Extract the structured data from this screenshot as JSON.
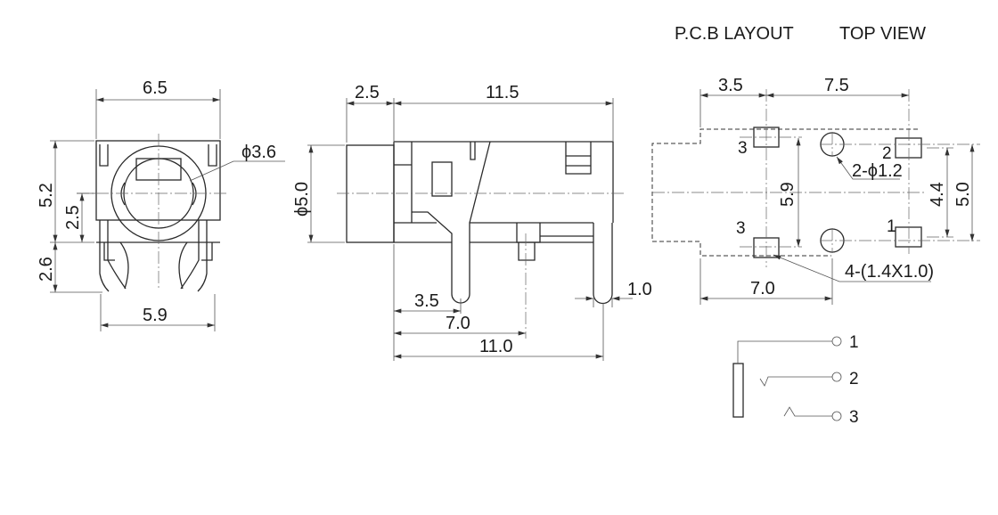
{
  "header": {
    "pcb_layout": "P.C.B LAYOUT",
    "top_view": "TOP VIEW"
  },
  "front_view": {
    "width": "6.5",
    "height": "5.2",
    "center_height": "2.5",
    "pin_length": "2.6",
    "pin_span": "5.9",
    "bore_diameter": "ϕ3.6"
  },
  "side_view": {
    "nose_length": "2.5",
    "body_length": "11.5",
    "nose_diameter": "ϕ5.0",
    "pin_a": "3.5",
    "pin_b": "7.0",
    "pin_c": "11.0",
    "pin_width": "1.0"
  },
  "pcb_layout": {
    "offset": "3.5",
    "pad_spacing": "7.5",
    "pad3_spacing": "5.9",
    "hole_spacing": "4.4",
    "pad_outer": "5.0",
    "hole_offset": "7.0",
    "hole_note": "2-ϕ1.2",
    "pad_note": "4-(1.4X1.0)",
    "pad_labels": [
      "3",
      "3",
      "2",
      "1"
    ]
  },
  "schematic": {
    "terminals": [
      "1",
      "2",
      "3"
    ]
  }
}
